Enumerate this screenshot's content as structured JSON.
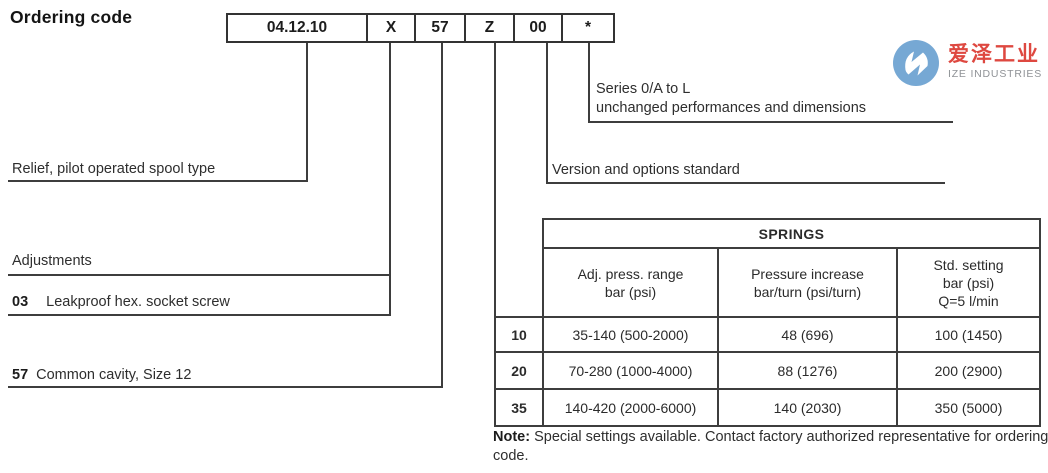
{
  "header": {
    "title": "Ordering code"
  },
  "ordering_code": {
    "segments": [
      "04.12.10",
      "X",
      "57",
      "Z",
      "00",
      "*"
    ]
  },
  "logo": {
    "name_cn": "爱泽工业",
    "name_en": "IZE INDUSTRIES",
    "colors": {
      "circle_blue": "#76a8d4",
      "text_red": "#de4840",
      "text_gray": "#8f9296"
    }
  },
  "callouts": {
    "series_line1": "Series 0/A to L",
    "series_line2": "unchanged performances and dimensions",
    "relief": "Relief, pilot operated spool type",
    "version": "Version and options standard",
    "adjustments": "Adjustments",
    "adjustment": {
      "code": "03",
      "label": "Leakproof hex. socket screw"
    },
    "cavity": {
      "code": "57",
      "label": "Common cavity, Size 12"
    }
  },
  "springs_table": {
    "title": "SPRINGS",
    "col1": {
      "line1": "Adj. press. range",
      "line2": "bar (psi)"
    },
    "col2": {
      "line1": "Pressure increase",
      "line2": "bar/turn (psi/turn)"
    },
    "col3": {
      "line1": "Std. setting",
      "line2": "bar (psi)",
      "line3": "Q=5 l/min"
    },
    "rows": [
      {
        "code": "10",
        "range": "35-140 (500-2000)",
        "increase": "48 (696)",
        "setting": "100 (1450)"
      },
      {
        "code": "20",
        "range": "70-280 (1000-4000)",
        "increase": "88 (1276)",
        "setting": "200 (2900)"
      },
      {
        "code": "35",
        "range": "140-420 (2000-6000)",
        "increase": "140 (2030)",
        "setting": "350 (5000)"
      }
    ]
  },
  "note": {
    "label": "Note:",
    "text": " Special settings available. Contact factory authorized representative for ordering code."
  }
}
